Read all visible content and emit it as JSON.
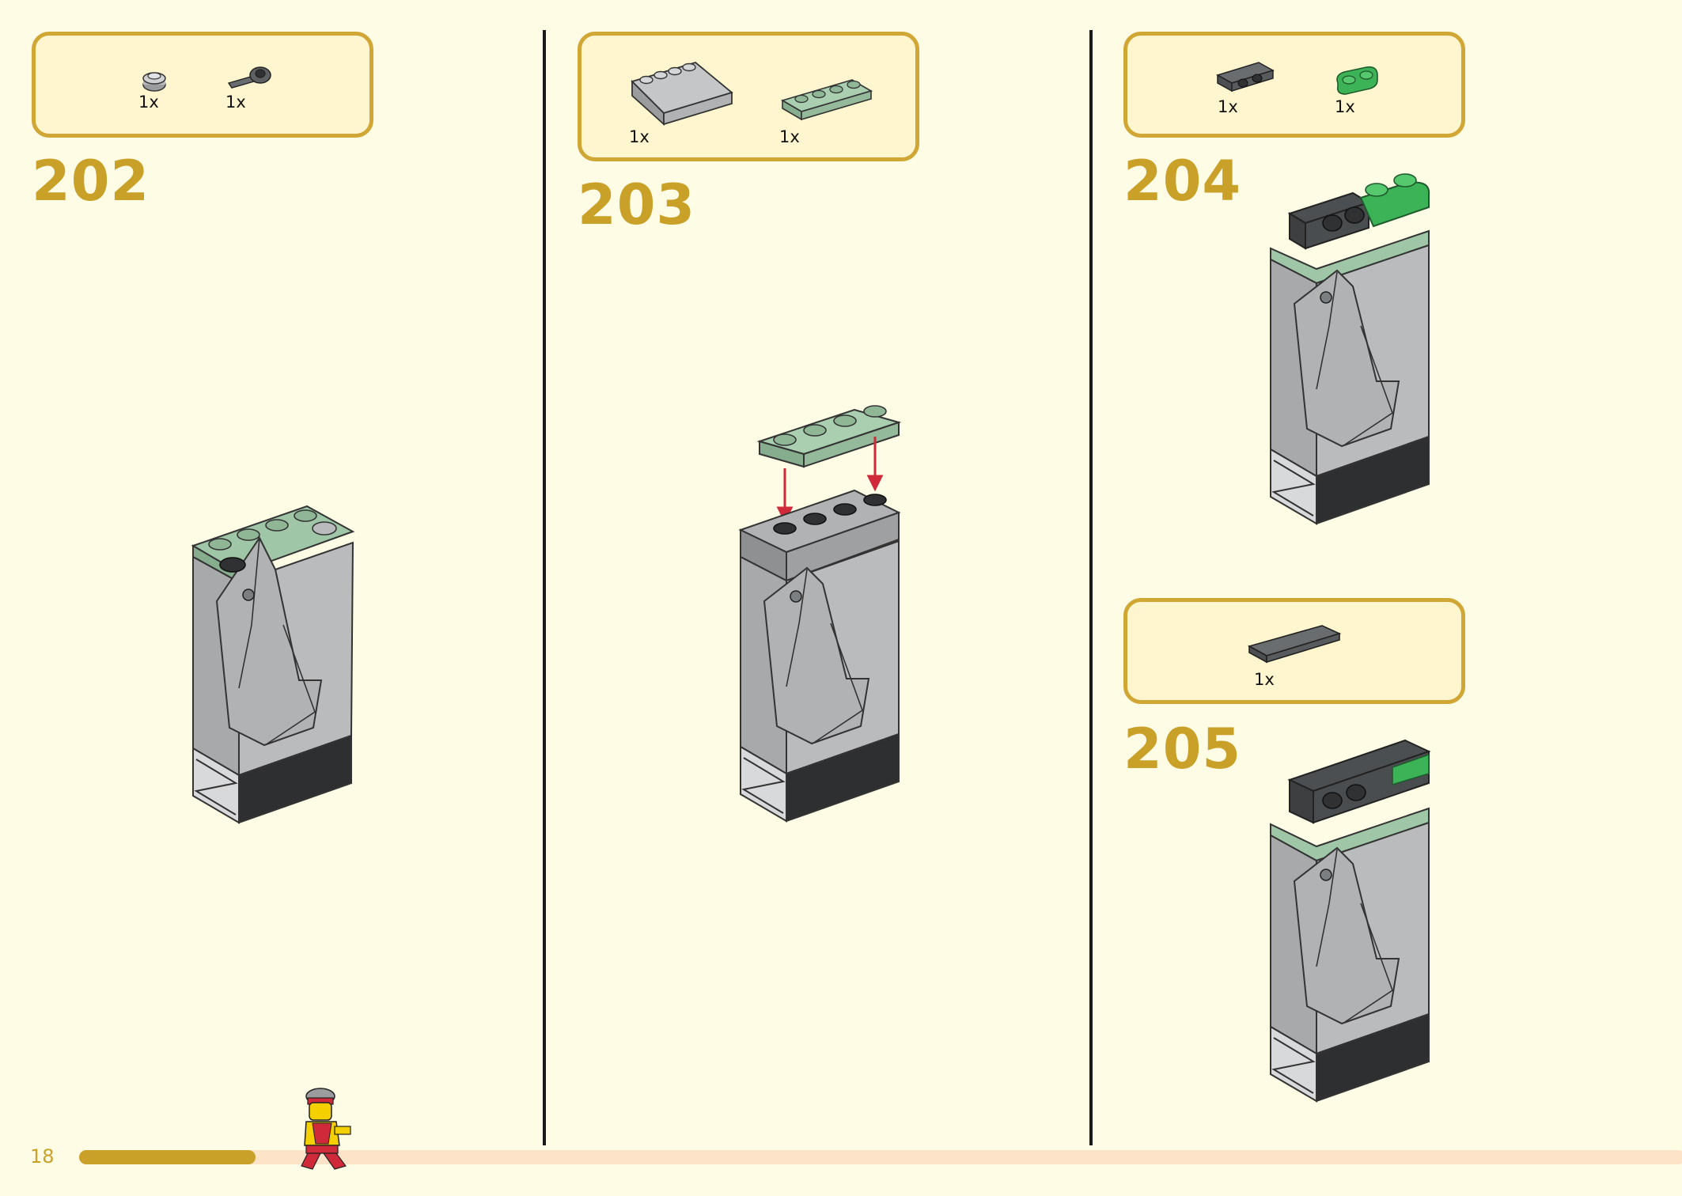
{
  "page": {
    "number": "18",
    "progress": 0.11
  },
  "colors": {
    "accent": "#c9a028",
    "box_border": "#d0a635",
    "box_fill": "#fff6cf",
    "background": "#fffce6",
    "sand_green": "#9fc6a6",
    "bright_green": "#3bb356",
    "stone_grey": "#a7a9ab",
    "dark_grey": "#5e6163",
    "arrow_red": "#d02a3a"
  },
  "steps": [
    {
      "number": "202",
      "parts": [
        {
          "qty": "1x",
          "icon": "round-plate-1x1-light-grey-icon"
        },
        {
          "qty": "1x",
          "icon": "plate-with-clip-dark-grey-icon"
        }
      ]
    },
    {
      "number": "203",
      "parts": [
        {
          "qty": "1x",
          "icon": "slope-brick-2x4-light-grey-icon"
        },
        {
          "qty": "1x",
          "icon": "plate-1x4-sand-green-icon"
        }
      ]
    },
    {
      "number": "204",
      "parts": [
        {
          "qty": "1x",
          "icon": "bracket-plate-dark-grey-icon"
        },
        {
          "qty": "1x",
          "icon": "plate-rounded-1x2-bright-green-icon"
        }
      ]
    },
    {
      "number": "205",
      "parts": [
        {
          "qty": "1x",
          "icon": "tile-1x4-dark-grey-icon"
        }
      ]
    }
  ]
}
